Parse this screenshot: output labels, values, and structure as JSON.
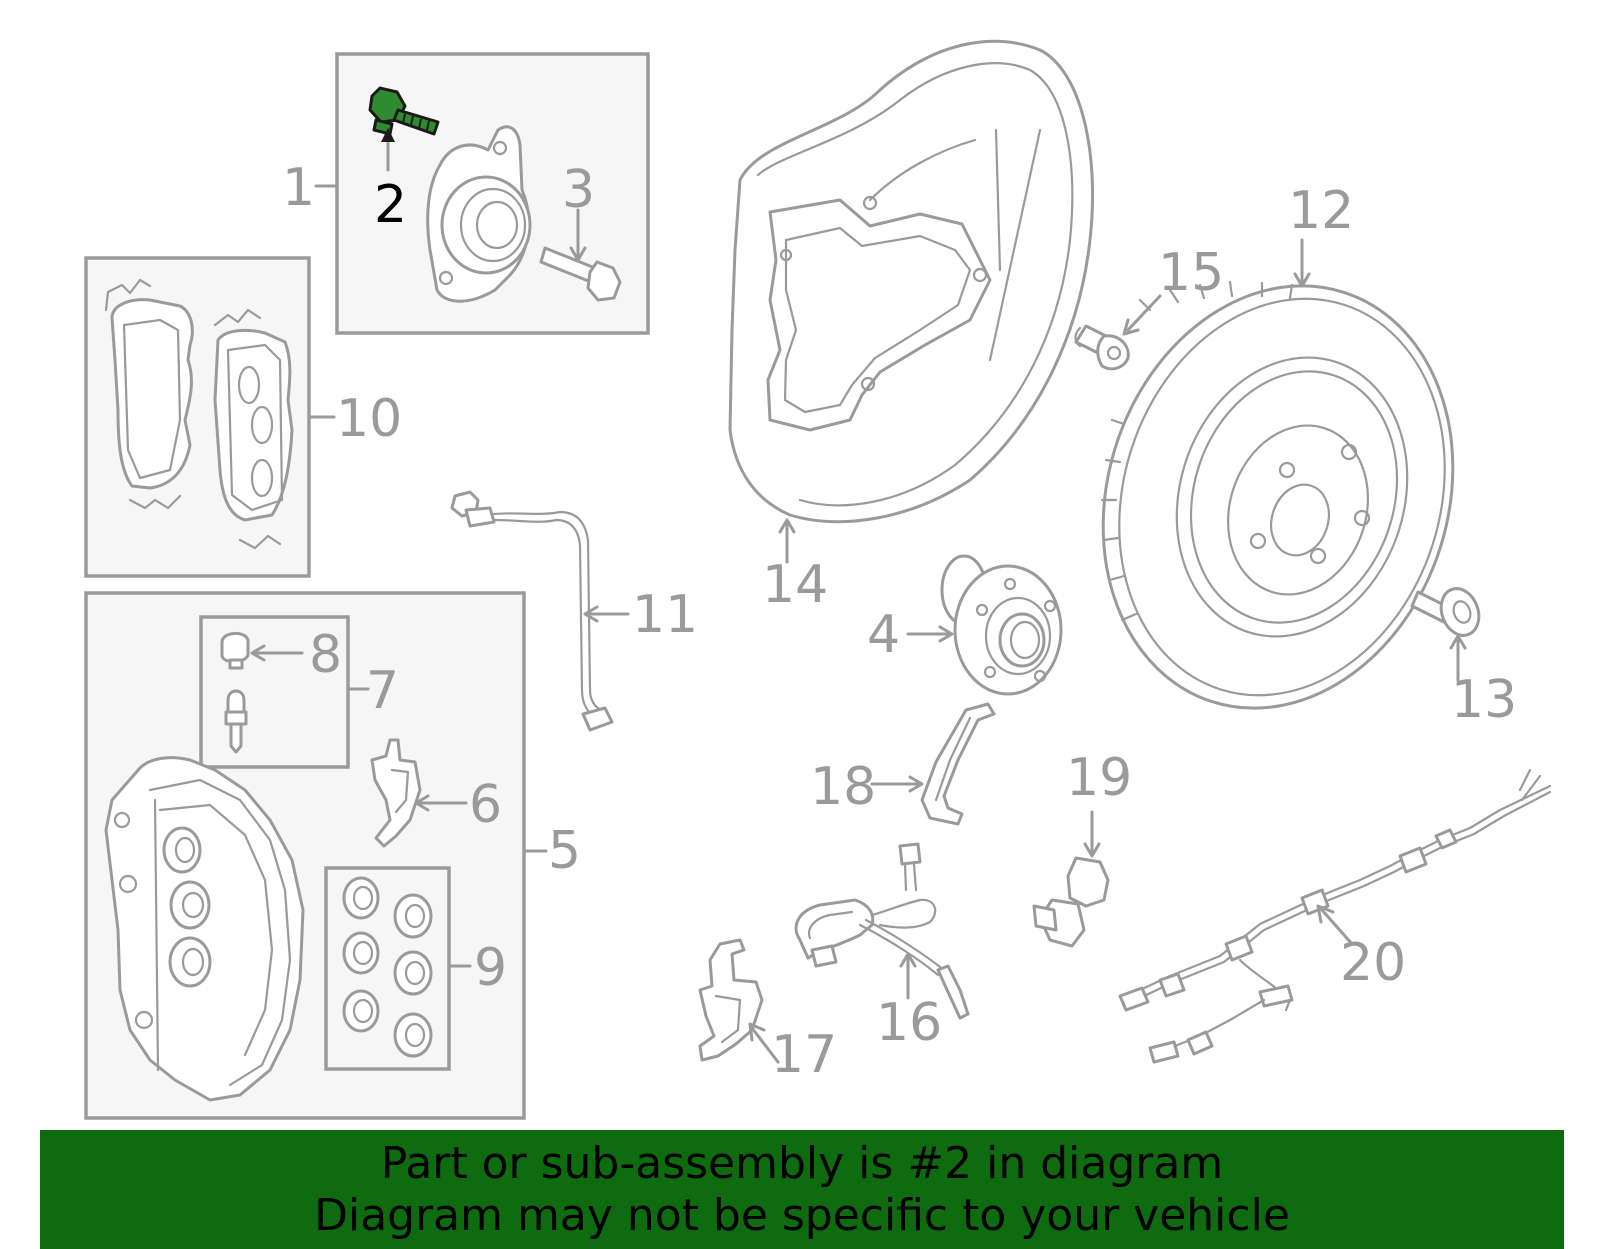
{
  "diagram": {
    "callouts": [
      {
        "id": "1",
        "label": "1"
      },
      {
        "id": "2",
        "label": "2"
      },
      {
        "id": "3",
        "label": "3"
      },
      {
        "id": "4",
        "label": "4"
      },
      {
        "id": "5",
        "label": "5"
      },
      {
        "id": "6",
        "label": "6"
      },
      {
        "id": "7",
        "label": "7"
      },
      {
        "id": "8",
        "label": "8"
      },
      {
        "id": "9",
        "label": "9"
      },
      {
        "id": "10",
        "label": "10"
      },
      {
        "id": "11",
        "label": "11"
      },
      {
        "id": "12",
        "label": "12"
      },
      {
        "id": "13",
        "label": "13"
      },
      {
        "id": "14",
        "label": "14"
      },
      {
        "id": "15",
        "label": "15"
      },
      {
        "id": "16",
        "label": "16"
      },
      {
        "id": "17",
        "label": "17"
      },
      {
        "id": "18",
        "label": "18"
      },
      {
        "id": "19",
        "label": "19"
      },
      {
        "id": "20",
        "label": "20"
      }
    ],
    "highlighted_part": "2",
    "highlight_color": "#2e8b2e",
    "label_color": "#9a9a9a",
    "box_fill": "#f6f6f6"
  },
  "banner": {
    "line1": "Part or sub-assembly is #2 in diagram",
    "line2": "Diagram may not be specific to your vehicle",
    "background": "#0f6b0f"
  }
}
